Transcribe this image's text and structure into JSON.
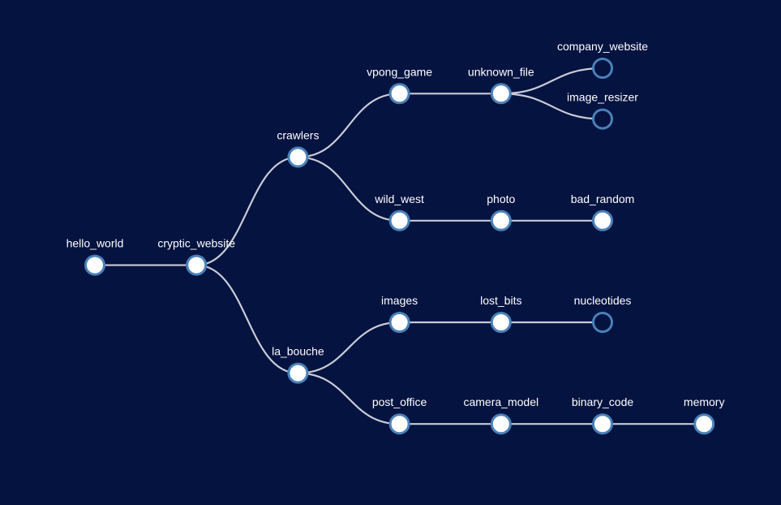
{
  "colors": {
    "background": "#041340",
    "link": "#c8ccd6",
    "node_stroke": "#4a80b8",
    "node_fill_expanded": "#ffffff",
    "node_fill_leaf": "#041340"
  },
  "tree": {
    "label": "hello_world",
    "filled": true,
    "children": [
      {
        "label": "cryptic_website",
        "filled": true,
        "children": [
          {
            "label": "crawlers",
            "filled": true,
            "children": [
              {
                "label": "vpong_game",
                "filled": true,
                "children": [
                  {
                    "label": "unknown_file",
                    "filled": true,
                    "children": [
                      {
                        "label": "company_website",
                        "filled": false,
                        "children": []
                      },
                      {
                        "label": "image_resizer",
                        "filled": false,
                        "children": []
                      }
                    ]
                  }
                ]
              },
              {
                "label": "wild_west",
                "filled": true,
                "children": [
                  {
                    "label": "photo",
                    "filled": true,
                    "children": [
                      {
                        "label": "bad_random",
                        "filled": true,
                        "children": []
                      }
                    ]
                  }
                ]
              }
            ]
          },
          {
            "label": "la_bouche",
            "filled": true,
            "children": [
              {
                "label": "images",
                "filled": true,
                "children": [
                  {
                    "label": "lost_bits",
                    "filled": true,
                    "children": [
                      {
                        "label": "nucleotides",
                        "filled": false,
                        "children": []
                      }
                    ]
                  }
                ]
              },
              {
                "label": "post_office",
                "filled": true,
                "children": [
                  {
                    "label": "camera_model",
                    "filled": true,
                    "children": [
                      {
                        "label": "binary_code",
                        "filled": true,
                        "children": [
                          {
                            "label": "memory",
                            "filled": true,
                            "children": []
                          }
                        ]
                      }
                    ]
                  }
                ]
              }
            ]
          }
        ]
      }
    ]
  }
}
